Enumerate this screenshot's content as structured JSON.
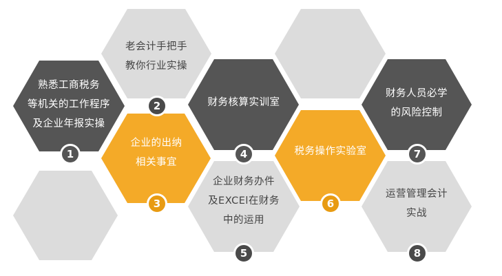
{
  "colors": {
    "dark": "#555555",
    "light": "#dcdcdc",
    "accent": "#f4aa28",
    "num_dark": "#555555",
    "num_light": "#4a4a4a",
    "num_accent": "#e89b12"
  },
  "steps": [
    {
      "number": "1",
      "lines": [
        "熟悉工商税务",
        "等机关的工作程序",
        "及企业年报实操"
      ],
      "style": "dark"
    },
    {
      "number": "2",
      "lines": [
        "老会计手把手",
        "教你行业实操"
      ],
      "style": "light"
    },
    {
      "number": "3",
      "lines": [
        "企业的出纳",
        "相关事宜"
      ],
      "style": "accent"
    },
    {
      "number": "4",
      "lines": [
        "财务核算实训室"
      ],
      "style": "dark"
    },
    {
      "number": "5",
      "lines": [
        "企业财务办件",
        "及EXCEl在财务",
        "中的运用"
      ],
      "style": "light"
    },
    {
      "number": "6",
      "lines": [
        "税务操作实验室"
      ],
      "style": "accent"
    },
    {
      "number": "7",
      "lines": [
        "财务人员必学",
        "的风险控制"
      ],
      "style": "dark"
    },
    {
      "number": "8",
      "lines": [
        "运营管理会计",
        "实战"
      ],
      "style": "light"
    }
  ]
}
